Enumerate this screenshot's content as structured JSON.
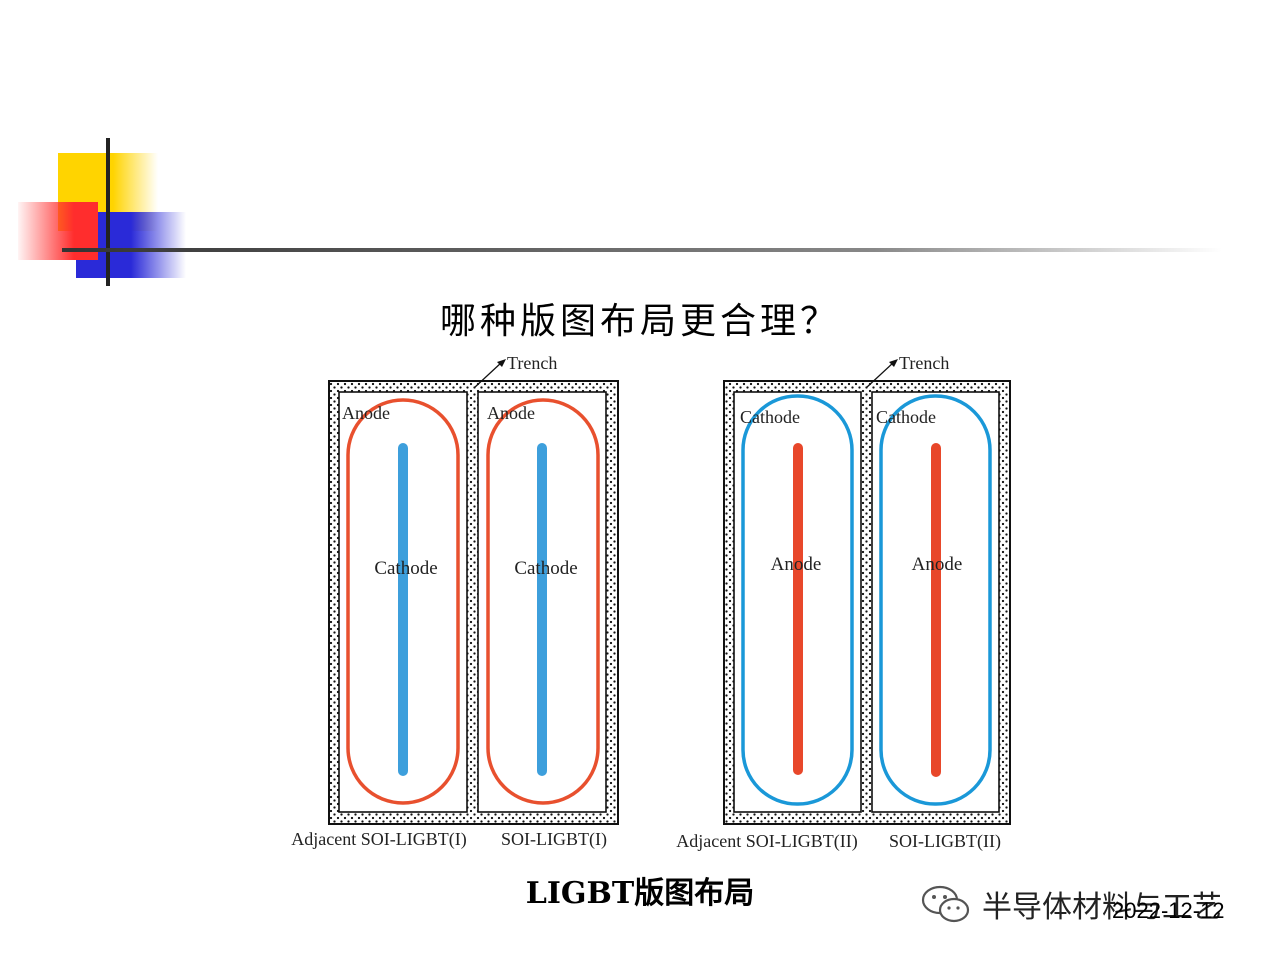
{
  "slide": {
    "title": "哪种版图布局更合理？",
    "caption": "LIGBT版图布局",
    "date": "2022-12-12"
  },
  "watermark": {
    "text": "半导体材料与工艺",
    "icon": "wechat-icon"
  },
  "diagram": {
    "layouts": [
      {
        "trench_label": "Trench",
        "outer_ring_label": "Anode",
        "center_bar_label": "Cathode",
        "label_left": "Adjacent SOI-LIGBT(I)",
        "label_right": "SOI-LIGBT(I)",
        "ring_color": "#e8502e",
        "bar_color": "#3d9fdc"
      },
      {
        "trench_label": "Trench",
        "outer_ring_label": "Cathode",
        "center_bar_label": "Anode",
        "label_left": "Adjacent SOI-LIGBT(II)",
        "label_right": "SOI-LIGBT(II)",
        "ring_color": "#1a98d8",
        "bar_color": "#e8472a"
      }
    ]
  },
  "colors": {
    "deco_yellow": "#ffd400",
    "deco_red": "#ff2d2d",
    "deco_blue": "#2a2ad8",
    "rule": "#333333"
  }
}
